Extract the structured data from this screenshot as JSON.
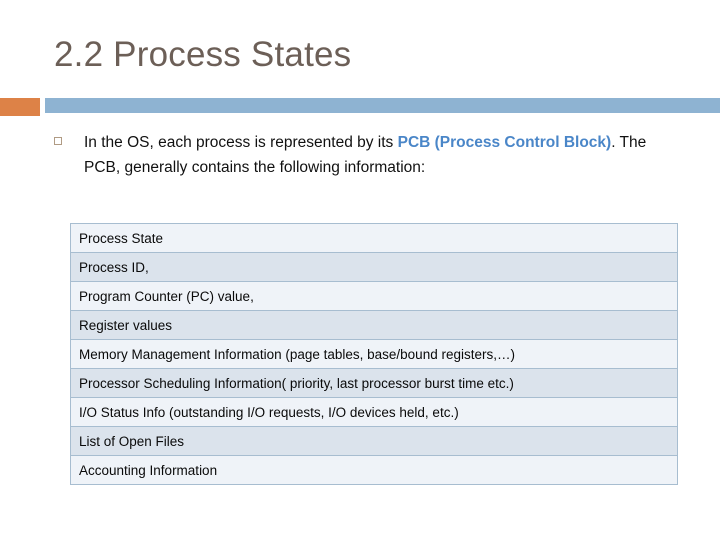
{
  "slide": {
    "title": "2.2 Process States",
    "accent_orange": "#dd8247",
    "accent_blue_bar": "#8eb3d2",
    "title_color": "#6c5f57",
    "highlight_color": "#4a86c8"
  },
  "bullet": {
    "marker": "hollow-square-bullet",
    "text_part1": "In the OS, each process is represented by its ",
    "highlight": "PCB (Process Control Block)",
    "text_part2": ". The PCB, generally contains the following information:"
  },
  "table": {
    "rows": [
      "Process State",
      "Process ID,",
      "Program Counter  (PC) value,",
      "Register values",
      "Memory Management Information (page tables, base/bound registers,…)",
      "Processor Scheduling Information( priority, last processor burst time etc.)",
      "I/O Status Info (outstanding I/O requests, I/O devices held, etc.)",
      "List of Open Files",
      "Accounting Information"
    ],
    "row_fill_odd": "#eff3f8",
    "row_fill_even": "#dbe3ec",
    "border_color": "#a7bdd0"
  }
}
